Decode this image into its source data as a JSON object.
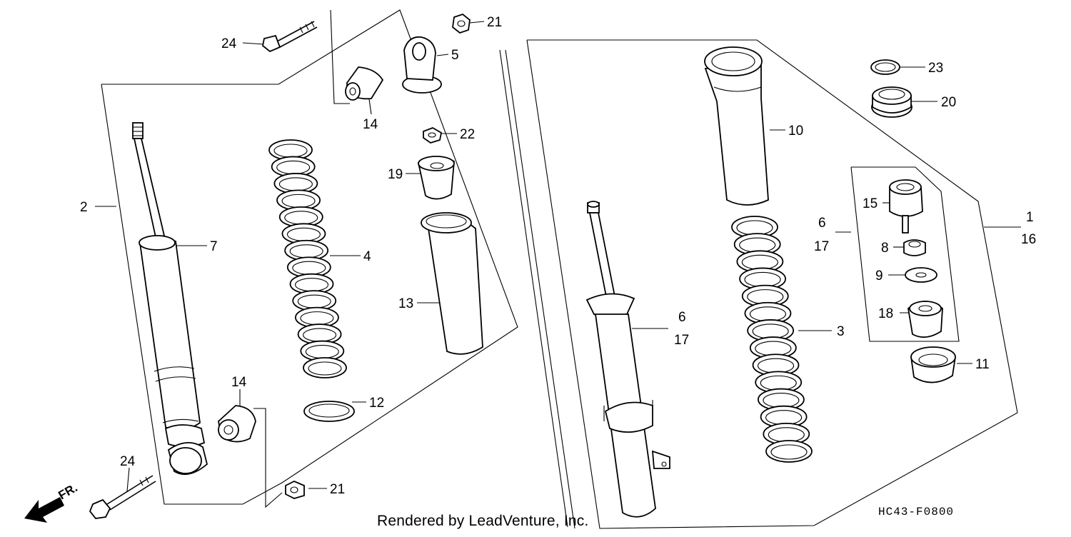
{
  "callouts": {
    "c24_top": "24",
    "c21_top": "21",
    "c5": "5",
    "c14_top": "14",
    "c22": "22",
    "c19": "19",
    "c2": "2",
    "c7": "7",
    "c4": "4",
    "c13": "13",
    "c14_bot": "14",
    "c12": "12",
    "c24_bot": "24",
    "c21_bot": "21",
    "c10": "10",
    "c23": "23",
    "c20": "20",
    "c15": "15",
    "c6a": "6",
    "c17a": "17",
    "c8": "8",
    "c9": "9",
    "c18": "18",
    "c1": "1",
    "c16": "16",
    "c6b": "6",
    "c17b": "17",
    "c3": "3",
    "c11": "11"
  },
  "front_label": "FR.",
  "footer": {
    "credit": "Rendered by LeadVenture, Inc.",
    "code": "HC43-F0800"
  }
}
